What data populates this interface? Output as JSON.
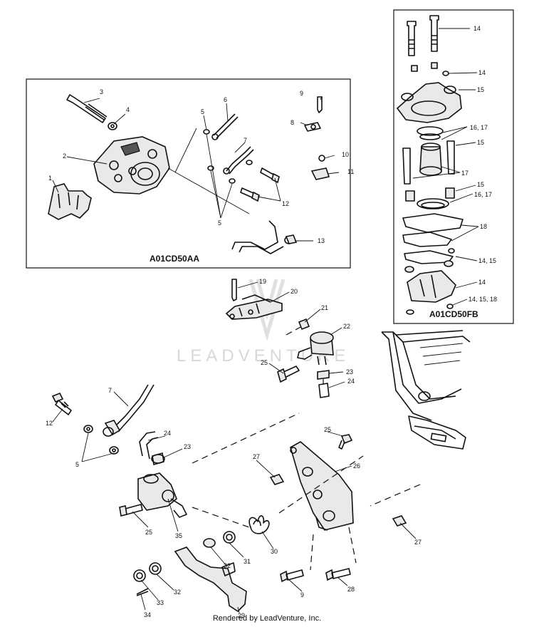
{
  "diagram": {
    "box_labels": {
      "left_detail": "A01CD50AA",
      "right_detail": "A01CD50FB"
    },
    "watermark": "LEADVENTURE",
    "footer": "Rendered by LeadVenture, Inc.",
    "callouts": [
      {
        "id": "c-1",
        "text": "1"
      },
      {
        "id": "c-2",
        "text": "2"
      },
      {
        "id": "c-3",
        "text": "3"
      },
      {
        "id": "c-4",
        "text": "4"
      },
      {
        "id": "c-5a",
        "text": "5"
      },
      {
        "id": "c-6",
        "text": "6"
      },
      {
        "id": "c-7a",
        "text": "7"
      },
      {
        "id": "c-9a",
        "text": "9"
      },
      {
        "id": "c-8",
        "text": "8"
      },
      {
        "id": "c-10",
        "text": "10"
      },
      {
        "id": "c-11",
        "text": "11"
      },
      {
        "id": "c-12a",
        "text": "12"
      },
      {
        "id": "c-5b",
        "text": "5"
      },
      {
        "id": "c-13",
        "text": "13"
      },
      {
        "id": "c-14a",
        "text": "14"
      },
      {
        "id": "c-14b",
        "text": "14"
      },
      {
        "id": "c-15a",
        "text": "15"
      },
      {
        "id": "c-1617a",
        "text": "16, 17"
      },
      {
        "id": "c-15b",
        "text": "15"
      },
      {
        "id": "c-17",
        "text": "17"
      },
      {
        "id": "c-15c",
        "text": "15"
      },
      {
        "id": "c-1617b",
        "text": "16, 17"
      },
      {
        "id": "c-18",
        "text": "18"
      },
      {
        "id": "c-1415a",
        "text": "14, 15"
      },
      {
        "id": "c-14c",
        "text": "14"
      },
      {
        "id": "c-141518",
        "text": "14, 15, 18"
      },
      {
        "id": "c-19",
        "text": "19"
      },
      {
        "id": "c-20",
        "text": "20"
      },
      {
        "id": "c-21",
        "text": "21"
      },
      {
        "id": "c-22",
        "text": "22"
      },
      {
        "id": "c-25a",
        "text": "25"
      },
      {
        "id": "c-23a",
        "text": "23"
      },
      {
        "id": "c-24a",
        "text": "24"
      },
      {
        "id": "c-7b",
        "text": "7"
      },
      {
        "id": "c-12b",
        "text": "12"
      },
      {
        "id": "c-5c",
        "text": "5"
      },
      {
        "id": "c-24b",
        "text": "24"
      },
      {
        "id": "c-23b",
        "text": "23"
      },
      {
        "id": "c-25b",
        "text": "25"
      },
      {
        "id": "c-27a",
        "text": "27"
      },
      {
        "id": "c-26",
        "text": "26"
      },
      {
        "id": "c-25c",
        "text": "25"
      },
      {
        "id": "c-35",
        "text": "35"
      },
      {
        "id": "c-30",
        "text": "30"
      },
      {
        "id": "c-27b",
        "text": "27"
      },
      {
        "id": "c-31",
        "text": "31"
      },
      {
        "id": "c-32a",
        "text": "32"
      },
      {
        "id": "c-9b",
        "text": "9"
      },
      {
        "id": "c-28",
        "text": "28"
      },
      {
        "id": "c-33",
        "text": "33"
      },
      {
        "id": "c-32b",
        "text": "32"
      },
      {
        "id": "c-34",
        "text": "34"
      },
      {
        "id": "c-29",
        "text": "29"
      }
    ]
  }
}
